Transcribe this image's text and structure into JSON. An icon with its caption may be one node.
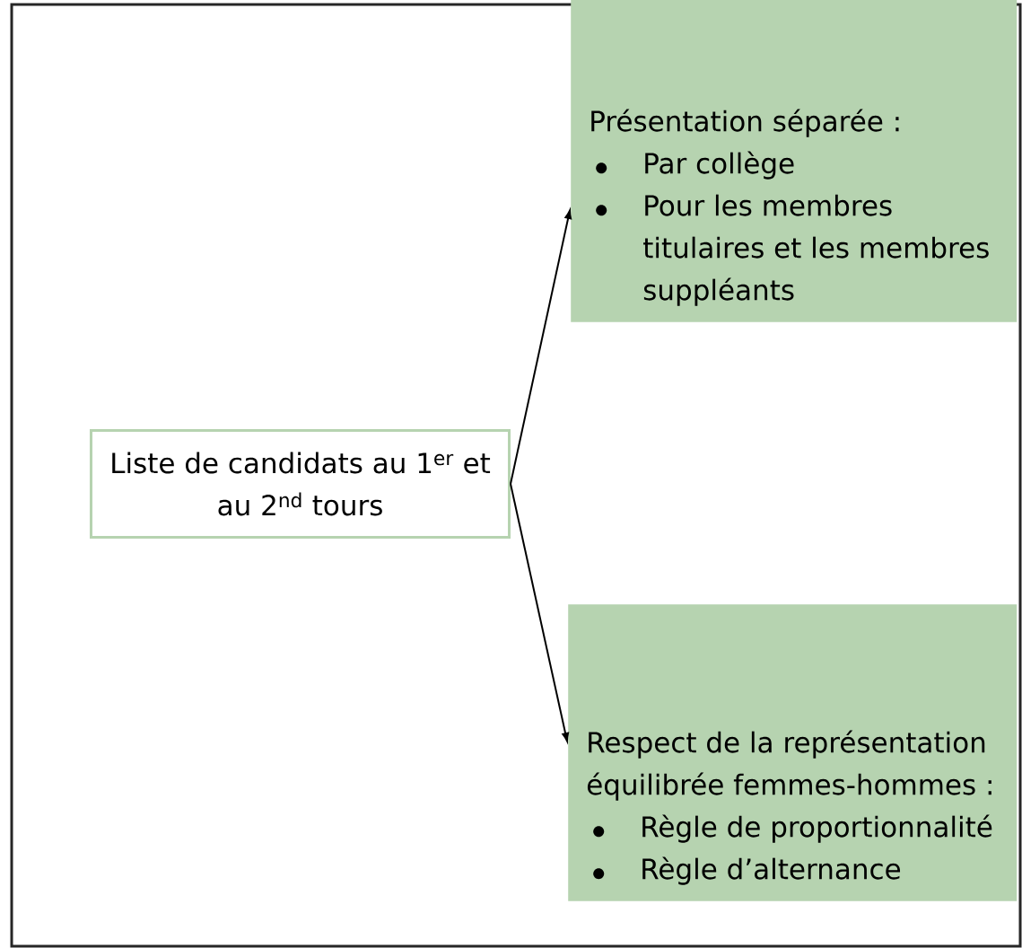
{
  "diagram": {
    "nodes": [
      {
        "text": [
          "Liste de candidats au 1$^{er}$ et au 2$^{nd}$ tours"
        ]
      },
      {
        "text": [
          "Présentation séparée :",
          "Par collège",
          "Pour les membres titulaires et les membres suppléants"
        ]
      },
      {
        "text": [
          "Respect de la représentation équilibrée femmes-hommes :",
          "Règle de proportionnalité",
          "Règle d’alternance"
        ]
      }
    ],
    "edges": [
      {
        "from": 0,
        "to": 1,
        "arrow": "to"
      },
      {
        "from": 0,
        "to": 2,
        "arrow": "to"
      }
    ]
  }
}
